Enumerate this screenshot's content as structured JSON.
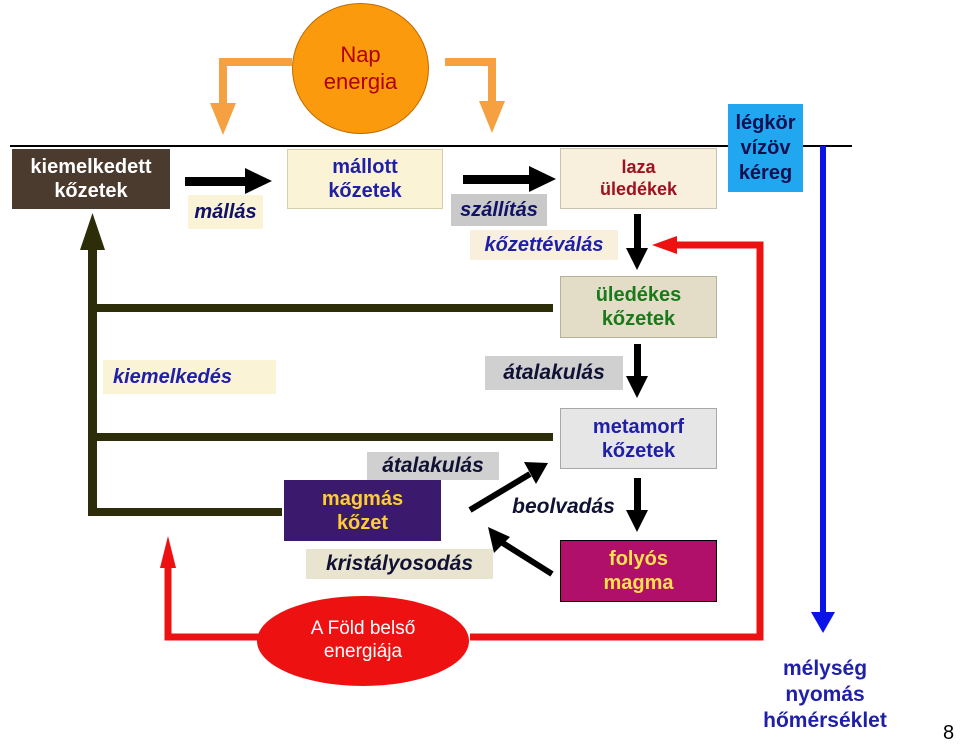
{
  "sun": {
    "line1": "Nap",
    "line2": "energia"
  },
  "earth_energy": {
    "line1": "A Föld belső",
    "line2": "energiája"
  },
  "boxes": {
    "uplifted_rocks": {
      "line1": "kiemelkedett",
      "line2": "kőzetek"
    },
    "weathered_rocks": {
      "line1": "mállott",
      "line2": "kőzetek"
    },
    "loose_sediments": {
      "line1": "laza",
      "line2": "üledékek"
    },
    "spheres": {
      "line1": "légkör",
      "line2": "vízöv",
      "line3": "kéreg"
    },
    "sedimentary_rocks": {
      "line1": "üledékes",
      "line2": "kőzetek"
    },
    "metamorphic_rocks": {
      "line1": "metamorf",
      "line2": "kőzetek"
    },
    "igneous_rock": {
      "line1": "magmás",
      "line2": "kőzet"
    },
    "liquid_magma": {
      "line1": "folyós",
      "line2": "magma"
    }
  },
  "processes": {
    "weathering": "mállás",
    "transport": "szállítás",
    "lithification": "kőzettéválás",
    "uplift": "kiemelkedés",
    "metamorphism_right": "átalakulás",
    "metamorphism_left": "átalakulás",
    "melting": "beolvadás",
    "crystallization": "kristályosodás"
  },
  "depth_axis": {
    "line1": "mélység",
    "line2": "nyomás",
    "line3": "hőmérséklet"
  },
  "page_number": "8",
  "colors": {
    "sun": "#fb9a0c",
    "sun_text": "#b00000",
    "earth_energy": "#ee1111",
    "orange_arrow": "#f5a142",
    "red_arrow": "#ee1111",
    "blue_arrow": "#0a14e6",
    "olive_line": "#2d2d0a",
    "dark_text": "#1f1fa8",
    "spheres_bg": "#21a6f0",
    "igneous_bg": "#3b1a6e",
    "magma_bg": "#b0106a"
  }
}
